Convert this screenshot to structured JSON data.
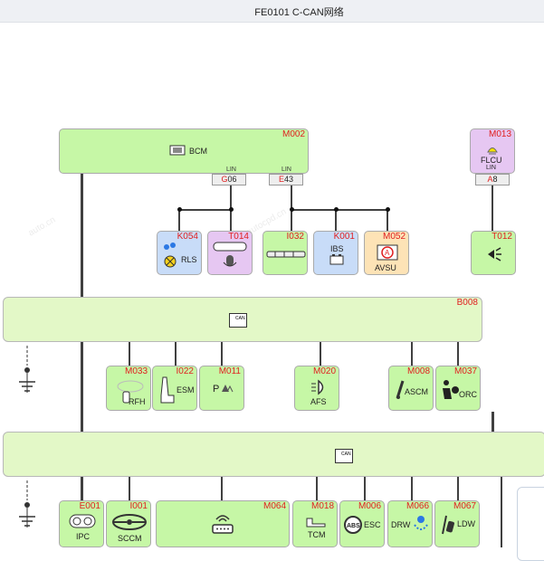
{
  "title": "FE0101 C-CAN网络",
  "bcm": {
    "code": "M002",
    "label": "BCM",
    "pin_left": {
      "code": "G",
      "num": "06",
      "lin": "LIN"
    },
    "pin_right": {
      "code": "E",
      "num": "43",
      "lin": "LIN"
    }
  },
  "flcu": {
    "code": "M013",
    "label": "FLCU",
    "lin": "LIN",
    "pin": {
      "code": "A",
      "num": "8"
    }
  },
  "lin_nodes": [
    {
      "code": "K054",
      "label": "RLS"
    },
    {
      "code": "T014",
      "label": ""
    },
    {
      "code": "I032",
      "label": ""
    },
    {
      "code": "K001",
      "label": "IBS"
    },
    {
      "code": "M052",
      "label": "AVSU"
    },
    {
      "code": "T012",
      "label": ""
    }
  ],
  "gateway": {
    "code": "B008",
    "can_label": "CAN"
  },
  "bus2": {
    "can_label": "CAN"
  },
  "row1": [
    {
      "code": "M033",
      "label": "RFH"
    },
    {
      "code": "I022",
      "label": "ESM"
    },
    {
      "code": "M011",
      "label": ""
    },
    {
      "code": "M020",
      "label": "AFS"
    },
    {
      "code": "M008",
      "label": "ASCM"
    },
    {
      "code": "M037",
      "label": "ORC"
    }
  ],
  "row2": [
    {
      "code": "E001",
      "label": "IPC"
    },
    {
      "code": "I001",
      "label": "SCCM"
    },
    {
      "code": "M064",
      "label": ""
    },
    {
      "code": "M018",
      "label": "TCM"
    },
    {
      "code": "M006",
      "label": "ESC"
    },
    {
      "code": "M066",
      "label": "DRW"
    },
    {
      "code": "M067",
      "label": "LDW"
    }
  ],
  "colors": {
    "bus": "#e3f8c7",
    "node_green": "#c6f7a6",
    "node_blue": "#c8dcf8",
    "node_purple": "#e6c7f2",
    "node_orange": "#fde3b6",
    "code_red": "#e02020"
  }
}
